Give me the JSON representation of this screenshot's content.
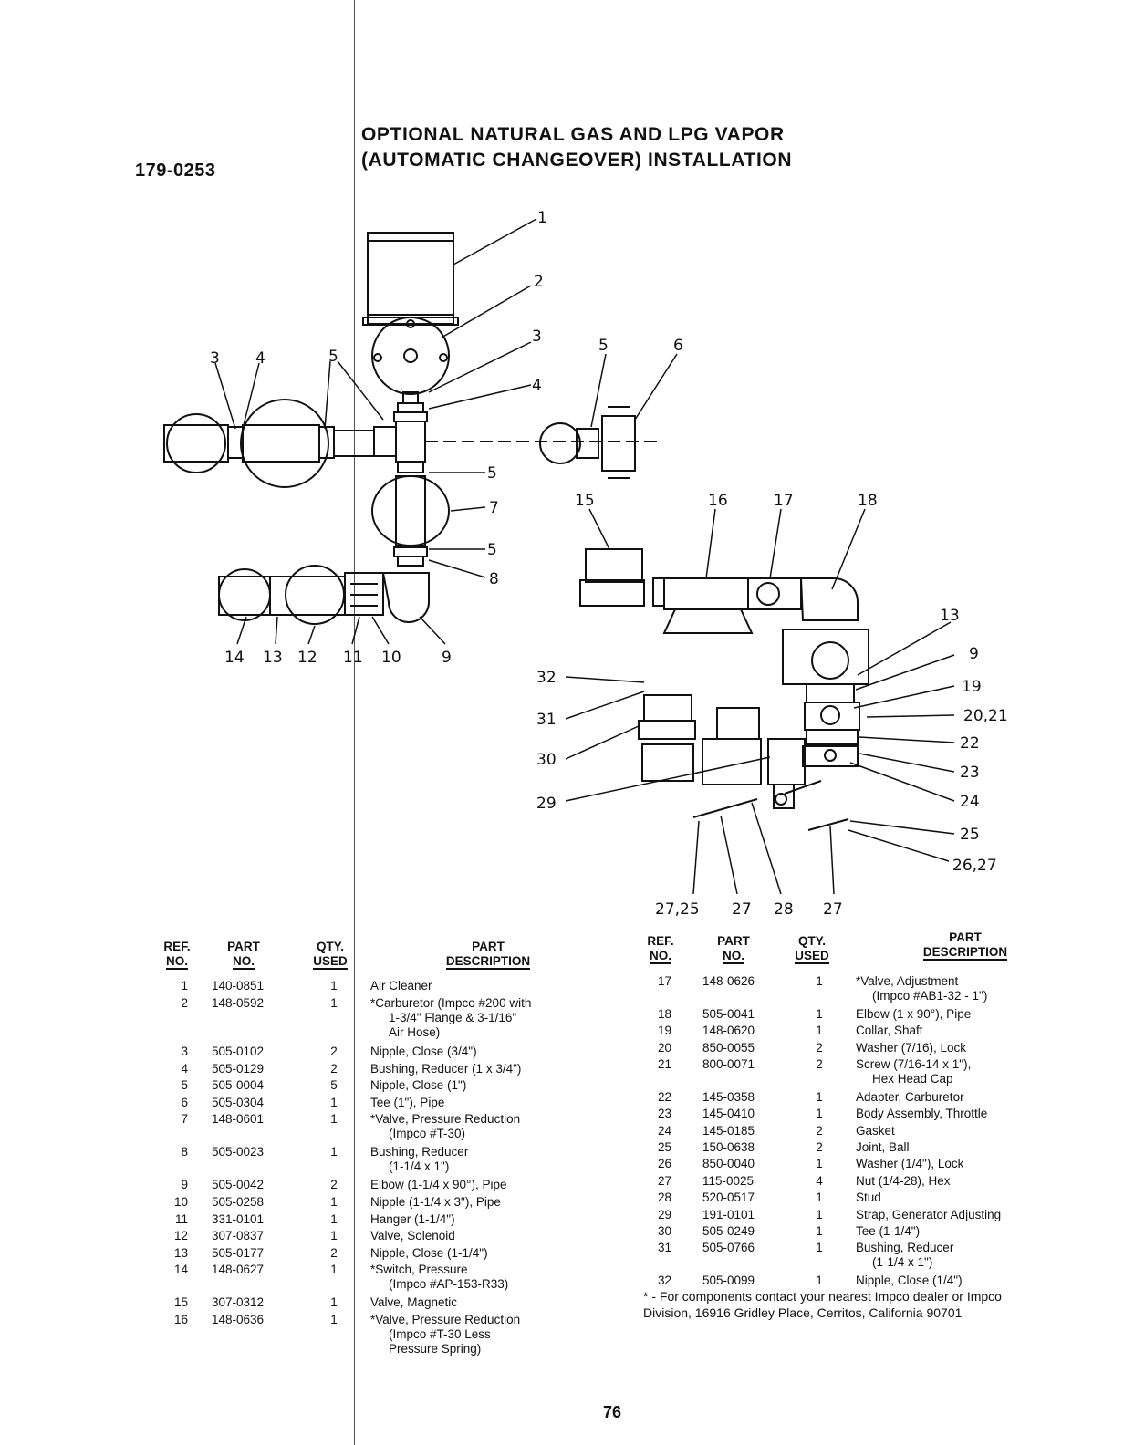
{
  "document_number": "179-0253",
  "title_line1": "OPTIONAL NATURAL GAS AND LPG VAPOR",
  "title_line2": "(AUTOMATIC CHANGEOVER) INSTALLATION",
  "callouts": {
    "c1": "1",
    "c2": "2",
    "c3a": "3",
    "c3b": "3",
    "c4a": "4",
    "c4b": "4",
    "c5a": "5",
    "c5b": "5",
    "c5c": "5",
    "c5d": "5",
    "c6": "6",
    "c7": "7",
    "c8": "8",
    "c9a": "9",
    "c9b": "9",
    "c10": "10",
    "c11": "11",
    "c12": "12",
    "c13a": "13",
    "c13b": "13",
    "c14": "14",
    "c15": "15",
    "c16": "16",
    "c17": "17",
    "c18": "18",
    "c19": "19",
    "c2021": "20,21",
    "c22": "22",
    "c23": "23",
    "c24": "24",
    "c25": "25",
    "c2627": "26,27",
    "c2725": "27,25",
    "c27a": "27",
    "c28": "28",
    "c27b": "27",
    "c29": "29",
    "c30": "30",
    "c31": "31",
    "c32": "32"
  },
  "table_headers": {
    "ref_l1": "REF.",
    "ref_l2": "NO.",
    "part_l1": "PART",
    "part_l2": "NO.",
    "qty_l1": "QTY.",
    "qty_l2": "USED",
    "desc_l1": "PART",
    "desc_l2": "DESCRIPTION"
  },
  "parts_left": [
    {
      "ref": "1",
      "part": "140-0851",
      "qty": "1",
      "desc": [
        "Air Cleaner"
      ]
    },
    {
      "ref": "2",
      "part": "148-0592",
      "qty": "1",
      "desc": [
        "*Carburetor (Impco #200 with",
        "1-3/4\" Flange & 3-1/16\"",
        "Air Hose)"
      ]
    },
    {
      "ref": "3",
      "part": "505-0102",
      "qty": "2",
      "desc": [
        "Nipple, Close (3/4\")"
      ]
    },
    {
      "ref": "4",
      "part": "505-0129",
      "qty": "2",
      "desc": [
        "Bushing, Reducer (1 x 3/4\")"
      ]
    },
    {
      "ref": "5",
      "part": "505-0004",
      "qty": "5",
      "desc": [
        "Nipple, Close (1\")"
      ]
    },
    {
      "ref": "6",
      "part": "505-0304",
      "qty": "1",
      "desc": [
        "Tee (1\"), Pipe"
      ]
    },
    {
      "ref": "7",
      "part": "148-0601",
      "qty": "1",
      "desc": [
        "*Valve, Pressure Reduction",
        "(Impco #T-30)"
      ]
    },
    {
      "ref": "8",
      "part": "505-0023",
      "qty": "1",
      "desc": [
        "Bushing, Reducer",
        "(1-1/4 x 1\")"
      ]
    },
    {
      "ref": "9",
      "part": "505-0042",
      "qty": "2",
      "desc": [
        "Elbow (1-1/4 x 90°), Pipe"
      ]
    },
    {
      "ref": "10",
      "part": "505-0258",
      "qty": "1",
      "desc": [
        "Nipple (1-1/4 x 3\"), Pipe"
      ]
    },
    {
      "ref": "11",
      "part": "331-0101",
      "qty": "1",
      "desc": [
        "Hanger (1-1/4\")"
      ]
    },
    {
      "ref": "12",
      "part": "307-0837",
      "qty": "1",
      "desc": [
        "Valve, Solenoid"
      ]
    },
    {
      "ref": "13",
      "part": "505-0177",
      "qty": "2",
      "desc": [
        "Nipple, Close (1-1/4\")"
      ]
    },
    {
      "ref": "14",
      "part": "148-0627",
      "qty": "1",
      "desc": [
        "*Switch, Pressure",
        "(Impco #AP-153-R33)"
      ]
    },
    {
      "ref": "15",
      "part": "307-0312",
      "qty": "1",
      "desc": [
        "Valve, Magnetic"
      ]
    },
    {
      "ref": "16",
      "part": "148-0636",
      "qty": "1",
      "desc": [
        "*Valve, Pressure Reduction",
        "(Impco #T-30 Less",
        "Pressure Spring)"
      ]
    }
  ],
  "parts_right": [
    {
      "ref": "17",
      "part": "148-0626",
      "qty": "1",
      "desc": [
        "*Valve, Adjustment",
        "(Impco #AB1-32 - 1\")"
      ]
    },
    {
      "ref": "18",
      "part": "505-0041",
      "qty": "1",
      "desc": [
        "Elbow (1 x 90°), Pipe"
      ]
    },
    {
      "ref": "19",
      "part": "148-0620",
      "qty": "1",
      "desc": [
        "Collar, Shaft"
      ]
    },
    {
      "ref": "20",
      "part": "850-0055",
      "qty": "2",
      "desc": [
        "Washer (7/16), Lock"
      ]
    },
    {
      "ref": "21",
      "part": "800-0071",
      "qty": "2",
      "desc": [
        "Screw (7/16-14 x 1\"),",
        "Hex Head Cap"
      ]
    },
    {
      "ref": "22",
      "part": "145-0358",
      "qty": "1",
      "desc": [
        "Adapter, Carburetor"
      ]
    },
    {
      "ref": "23",
      "part": "145-0410",
      "qty": "1",
      "desc": [
        "Body Assembly, Throttle"
      ]
    },
    {
      "ref": "24",
      "part": "145-0185",
      "qty": "2",
      "desc": [
        "Gasket"
      ]
    },
    {
      "ref": "25",
      "part": "150-0638",
      "qty": "2",
      "desc": [
        "Joint, Ball"
      ]
    },
    {
      "ref": "26",
      "part": "850-0040",
      "qty": "1",
      "desc": [
        "Washer (1/4\"), Lock"
      ]
    },
    {
      "ref": "27",
      "part": "115-0025",
      "qty": "4",
      "desc": [
        "Nut (1/4-28), Hex"
      ]
    },
    {
      "ref": "28",
      "part": "520-0517",
      "qty": "1",
      "desc": [
        "Stud"
      ]
    },
    {
      "ref": "29",
      "part": "191-0101",
      "qty": "1",
      "desc": [
        "Strap, Generator Adjusting"
      ]
    },
    {
      "ref": "30",
      "part": "505-0249",
      "qty": "1",
      "desc": [
        "Tee (1-1/4\")"
      ]
    },
    {
      "ref": "31",
      "part": "505-0766",
      "qty": "1",
      "desc": [
        "Bushing, Reducer",
        "(1-1/4 x 1\")"
      ]
    },
    {
      "ref": "32",
      "part": "505-0099",
      "qty": "1",
      "desc": [
        "Nipple, Close (1/4\")"
      ]
    }
  ],
  "footnote": "* - For components contact your nearest Impco dealer or Impco Division, 16916 Gridley Place, Cerritos, California 90701",
  "page_number": "76"
}
